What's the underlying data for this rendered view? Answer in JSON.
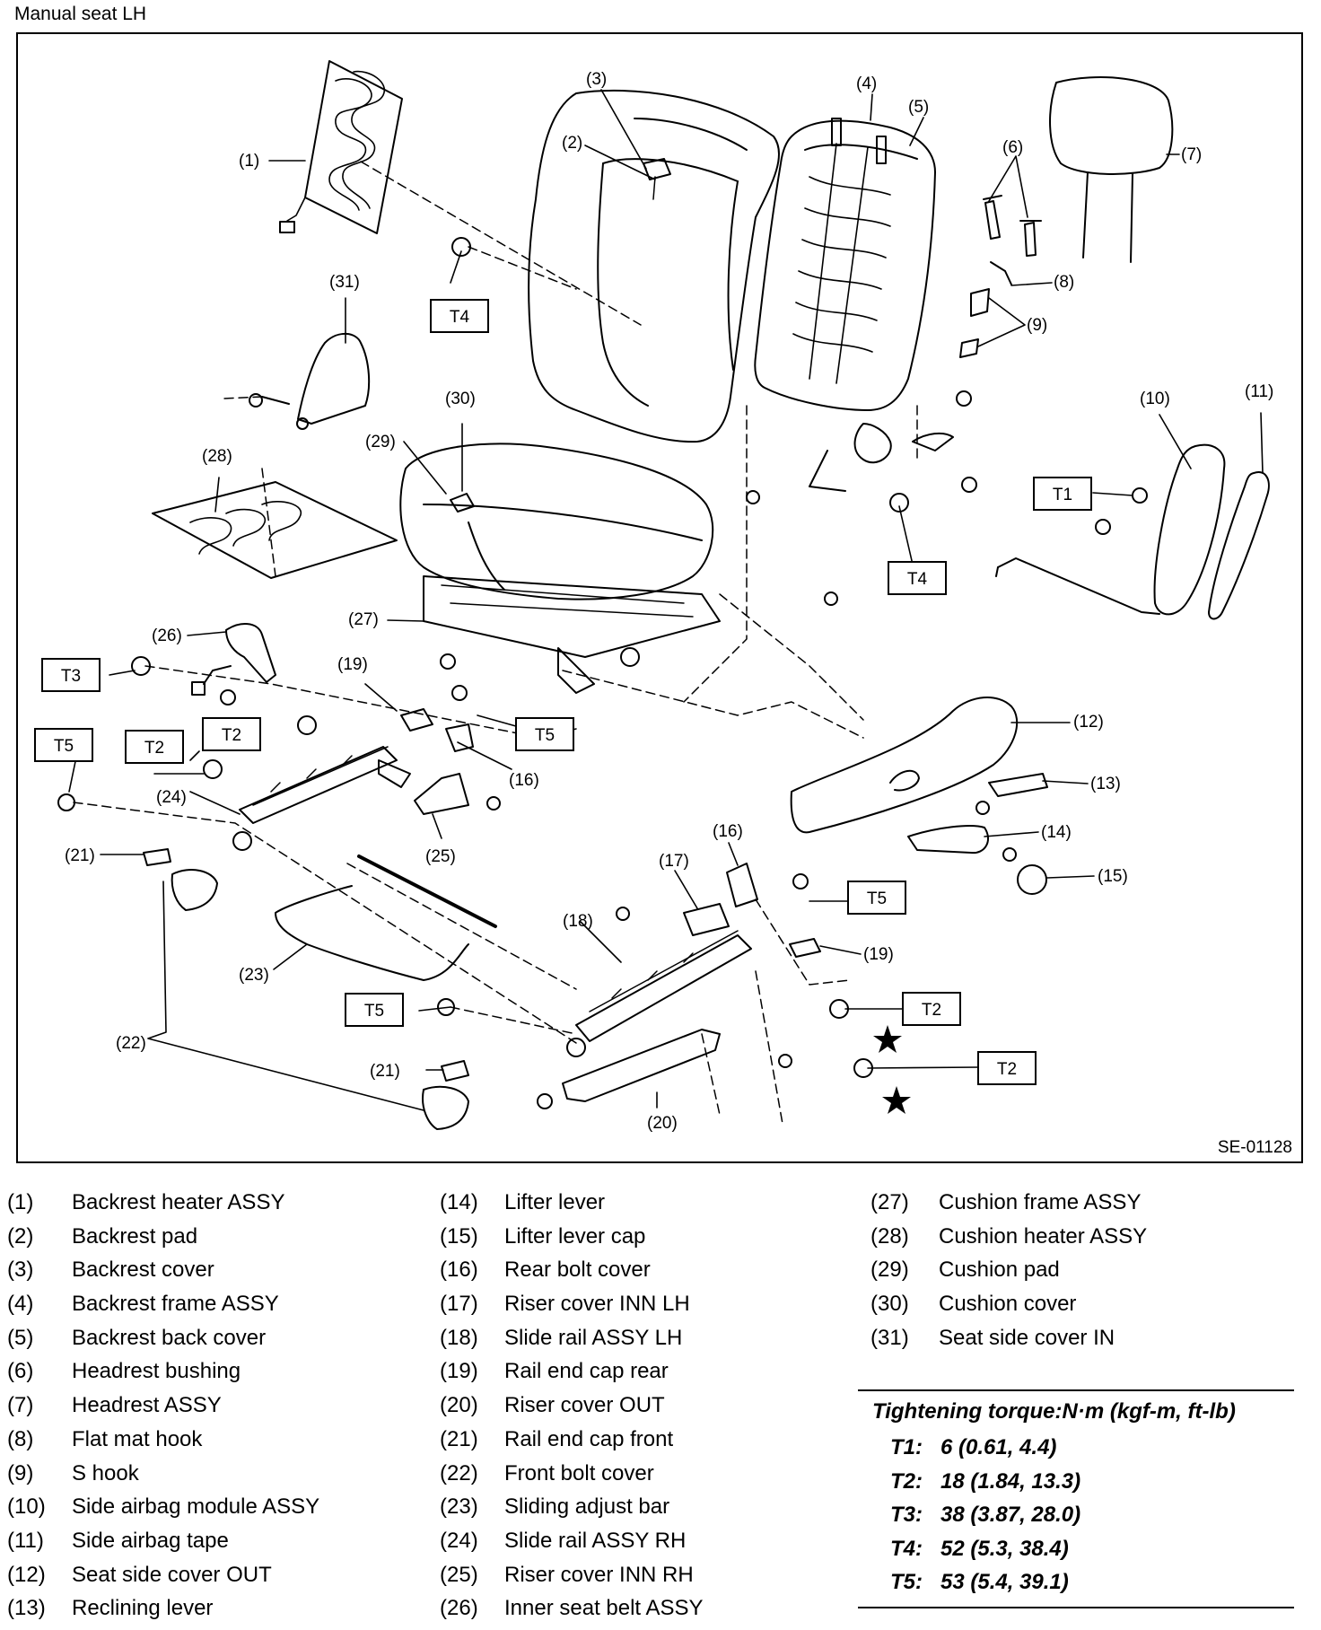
{
  "page_title": "Manual seat LH",
  "figure_code": "SE-01128",
  "callouts": {
    "c1": "(1)",
    "c2": "(2)",
    "c3": "(3)",
    "c4": "(4)",
    "c5": "(5)",
    "c6": "(6)",
    "c7": "(7)",
    "c8": "(8)",
    "c9": "(9)",
    "c10": "(10)",
    "c11": "(11)",
    "c12": "(12)",
    "c13": "(13)",
    "c14": "(14)",
    "c15": "(15)",
    "c16a": "(16)",
    "c16b": "(16)",
    "c17": "(17)",
    "c18": "(18)",
    "c19a": "(19)",
    "c19b": "(19)",
    "c20": "(20)",
    "c21a": "(21)",
    "c21b": "(21)",
    "c22": "(22)",
    "c23": "(23)",
    "c24": "(24)",
    "c25": "(25)",
    "c26": "(26)",
    "c27": "(27)",
    "c28": "(28)",
    "c29": "(29)",
    "c30": "(30)",
    "c31": "(31)"
  },
  "torque_boxes": {
    "b1": "T4",
    "b2": "T4",
    "b3": "T1",
    "b4": "T3",
    "b5": "T2",
    "b6": "T5",
    "b7": "T2",
    "b8": "T5",
    "b9": "T5",
    "b10": "T5",
    "b11": "T2",
    "b12": "T2"
  },
  "legend": [
    {
      "num": "(1)",
      "name": "Backrest heater ASSY"
    },
    {
      "num": "(2)",
      "name": "Backrest pad"
    },
    {
      "num": "(3)",
      "name": "Backrest cover"
    },
    {
      "num": "(4)",
      "name": "Backrest frame ASSY"
    },
    {
      "num": "(5)",
      "name": "Backrest back cover"
    },
    {
      "num": "(6)",
      "name": "Headrest bushing"
    },
    {
      "num": "(7)",
      "name": "Headrest ASSY"
    },
    {
      "num": "(8)",
      "name": "Flat mat hook"
    },
    {
      "num": "(9)",
      "name": "S hook"
    },
    {
      "num": "(10)",
      "name": "Side airbag module ASSY"
    },
    {
      "num": "(11)",
      "name": "Side airbag tape"
    },
    {
      "num": "(12)",
      "name": "Seat side cover OUT"
    },
    {
      "num": "(13)",
      "name": "Reclining lever"
    },
    {
      "num": "(14)",
      "name": "Lifter lever"
    },
    {
      "num": "(15)",
      "name": "Lifter lever cap"
    },
    {
      "num": "(16)",
      "name": "Rear bolt cover"
    },
    {
      "num": "(17)",
      "name": "Riser cover INN LH"
    },
    {
      "num": "(18)",
      "name": "Slide rail ASSY LH"
    },
    {
      "num": "(19)",
      "name": "Rail end cap rear"
    },
    {
      "num": "(20)",
      "name": "Riser cover OUT"
    },
    {
      "num": "(21)",
      "name": "Rail end cap front"
    },
    {
      "num": "(22)",
      "name": "Front bolt cover"
    },
    {
      "num": "(23)",
      "name": "Sliding adjust bar"
    },
    {
      "num": "(24)",
      "name": "Slide rail ASSY RH"
    },
    {
      "num": "(25)",
      "name": "Riser cover INN RH"
    },
    {
      "num": "(26)",
      "name": "Inner seat belt ASSY"
    },
    {
      "num": "(27)",
      "name": "Cushion frame ASSY"
    },
    {
      "num": "(28)",
      "name": "Cushion heater ASSY"
    },
    {
      "num": "(29)",
      "name": "Cushion pad"
    },
    {
      "num": "(30)",
      "name": "Cushion cover"
    },
    {
      "num": "(31)",
      "name": "Seat side cover IN"
    }
  ],
  "torque": {
    "title": "Tightening torque:N·m (kgf-m, ft-lb)",
    "rows": [
      {
        "key": "T1:",
        "value": "6 (0.61, 4.4)"
      },
      {
        "key": "T2:",
        "value": "18 (1.84, 13.3)"
      },
      {
        "key": "T3:",
        "value": "38 (3.87, 28.0)"
      },
      {
        "key": "T4:",
        "value": "52 (5.3, 38.4)"
      },
      {
        "key": "T5:",
        "value": "53 (5.4, 39.1)"
      }
    ]
  }
}
